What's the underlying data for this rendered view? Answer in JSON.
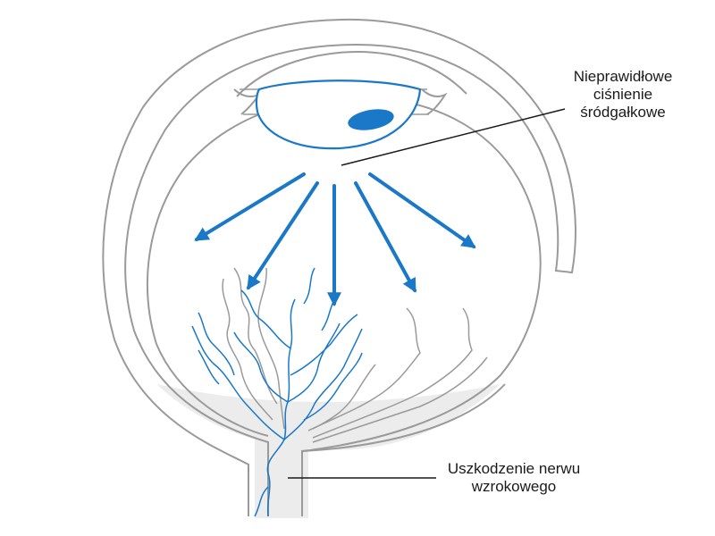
{
  "labels": {
    "pressure": {
      "lines": [
        "Nieprawidłowe",
        "ciśnienie",
        "śródgałkowe"
      ]
    },
    "nerve": {
      "lines": [
        "Uszkodzenie nerwu",
        "wzrokowego"
      ]
    }
  },
  "colors": {
    "outline": "#9a9a9a",
    "accent": "#1a78c8",
    "leader": "#1a1a1a",
    "shadow": "#ececec"
  }
}
